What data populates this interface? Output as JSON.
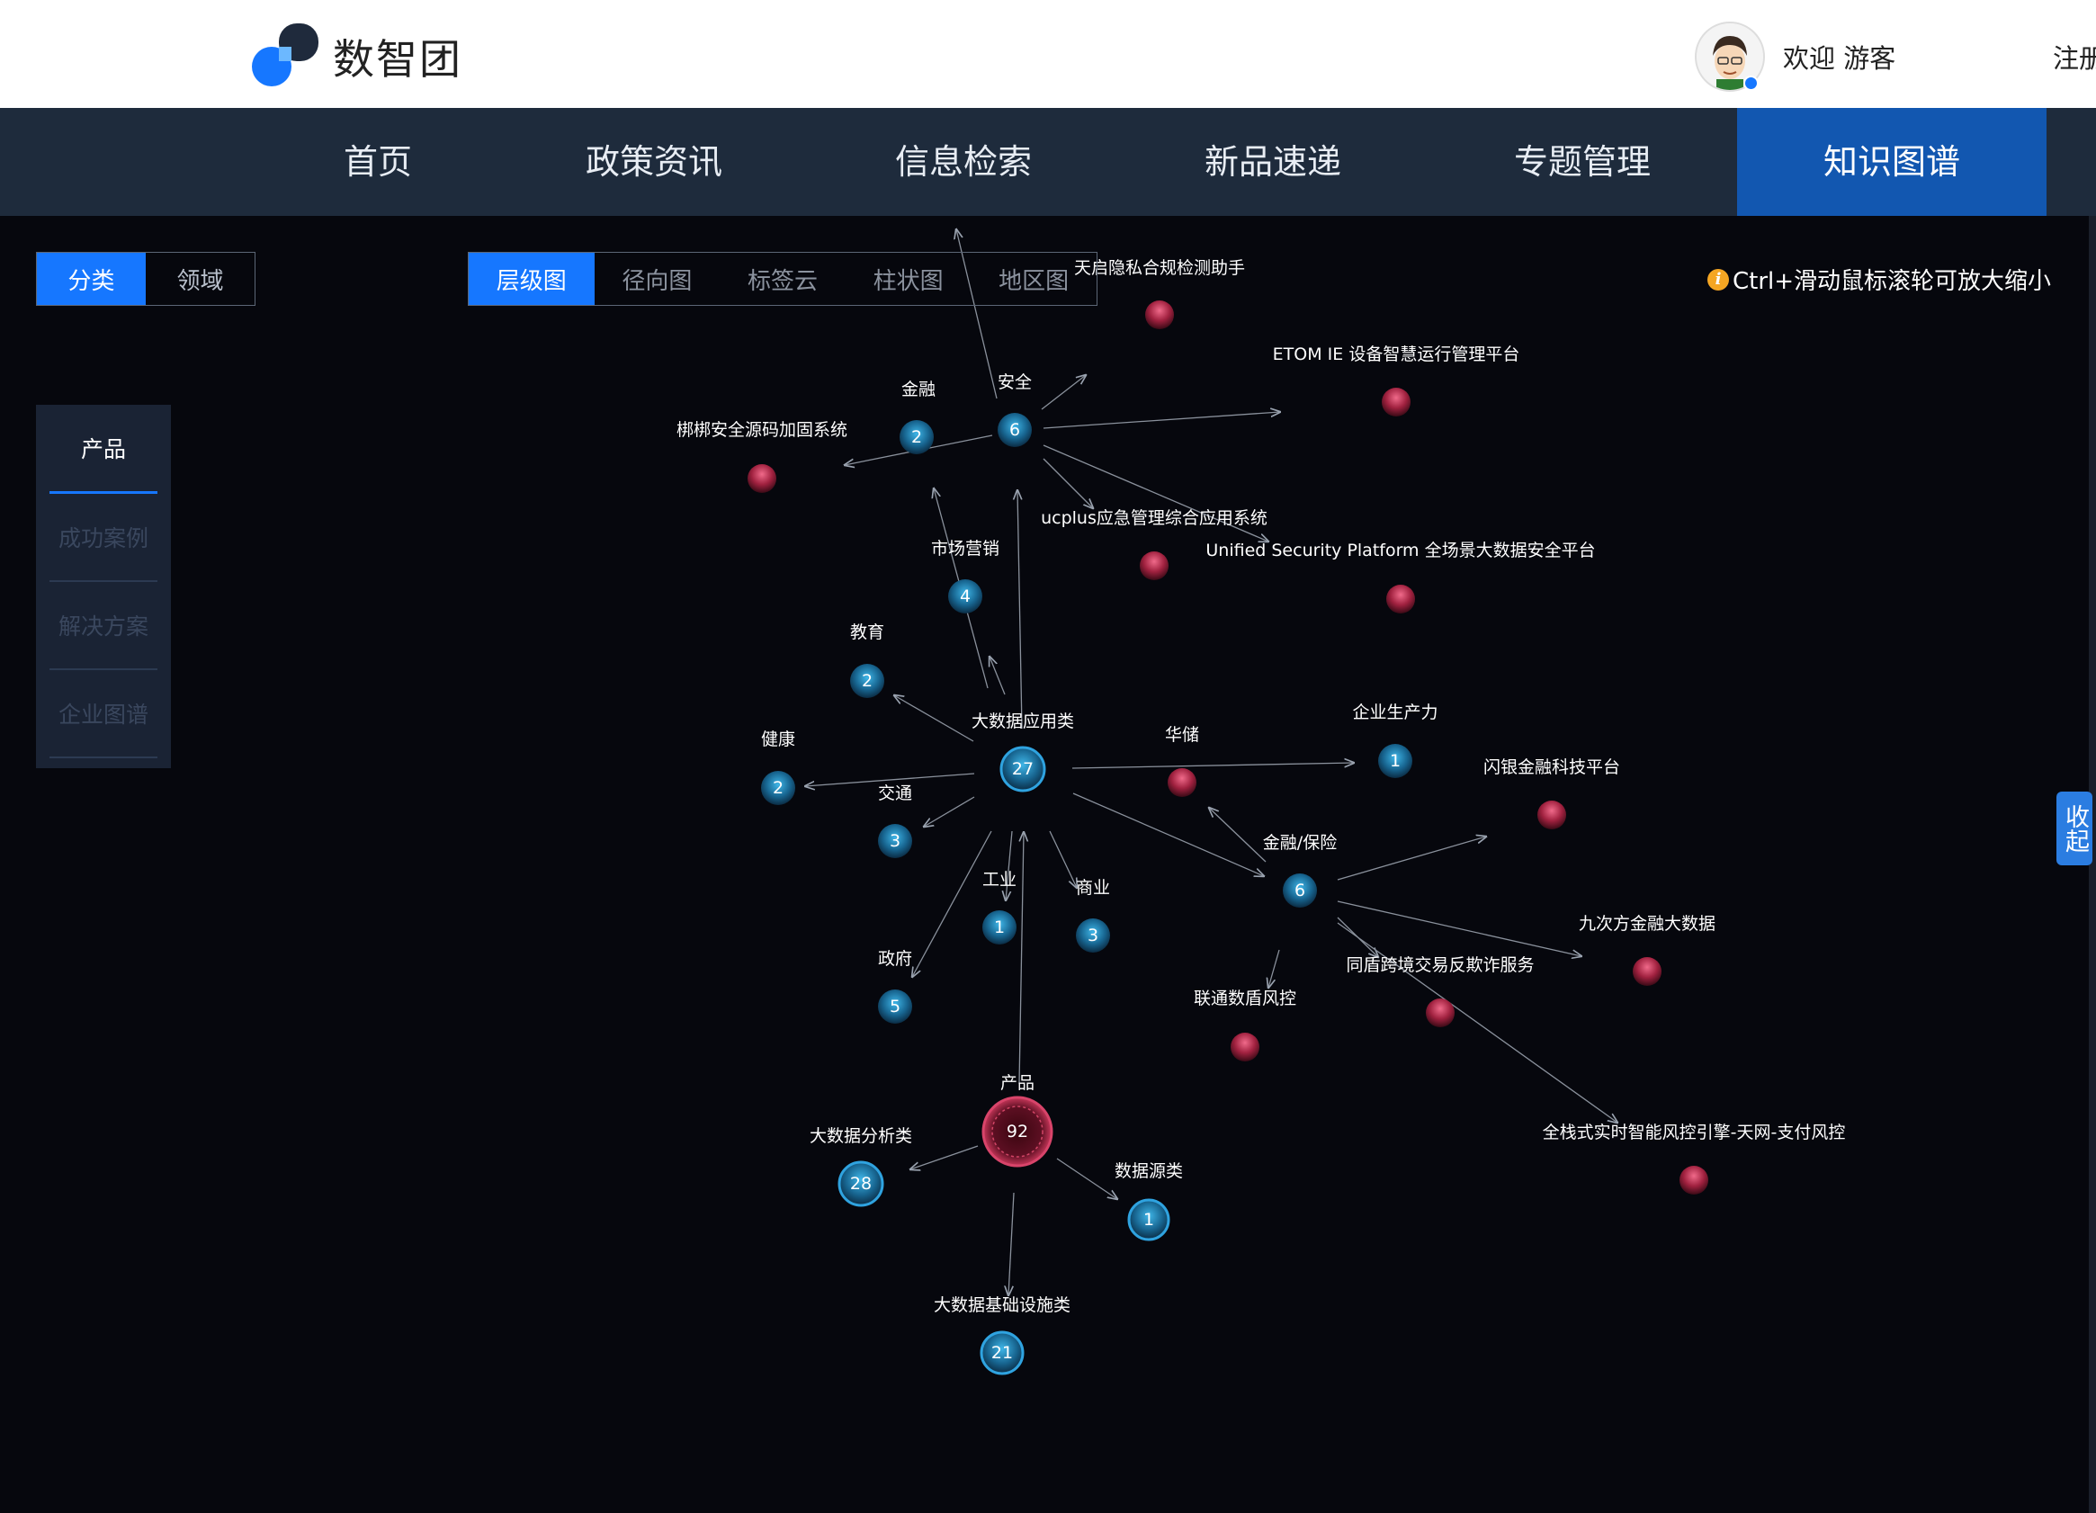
{
  "header": {
    "brand": "数智团",
    "welcome": "欢迎 游客",
    "register": "注册"
  },
  "nav": {
    "items": [
      "首页",
      "政策资讯",
      "信息检索",
      "新品速递",
      "专题管理",
      "知识图谱"
    ],
    "active_index": 5
  },
  "toggle": {
    "category": "分类",
    "domain": "领域"
  },
  "view_tabs": {
    "items": [
      "层级图",
      "径向图",
      "标签云",
      "柱状图",
      "地区图"
    ],
    "active_index": 0
  },
  "sidebar": {
    "items": [
      "产品",
      "成功案例",
      "解决方案",
      "企业图谱"
    ],
    "active_index": 0
  },
  "hint": {
    "icon": "info-icon",
    "text": "Ctrl+滑动鼠标滚轮可放大缩小"
  },
  "collapse": {
    "label": "收起"
  },
  "colors": {
    "accent": "#1677ff",
    "nav_bg": "#1e2b3c",
    "nav_active": "#1257b0",
    "canvas_bg": "#06070d",
    "node_blue": "#1f8fc9",
    "node_red": "#d2375c"
  },
  "graph": {
    "nodes": {
      "product": {
        "label": "产品",
        "count": "92"
      },
      "bigdata_app": {
        "label": "大数据应用类",
        "count": "27"
      },
      "bigdata_analysis": {
        "label": "大数据分析类",
        "count": "28"
      },
      "data_source": {
        "label": "数据源类",
        "count": "1"
      },
      "bigdata_infra": {
        "label": "大数据基础设施类",
        "count": "21"
      },
      "finance": {
        "label": "金融",
        "count": "2"
      },
      "security": {
        "label": "安全",
        "count": "6"
      },
      "marketing": {
        "label": "市场营销",
        "count": "4"
      },
      "education": {
        "label": "教育",
        "count": "2"
      },
      "health": {
        "label": "健康",
        "count": "2"
      },
      "transport": {
        "label": "交通",
        "count": "3"
      },
      "industry": {
        "label": "工业",
        "count": "1"
      },
      "commerce": {
        "label": "商业",
        "count": "3"
      },
      "government": {
        "label": "政府",
        "count": "5"
      },
      "productivity": {
        "label": "企业生产力",
        "count": "1"
      },
      "fin_insurance": {
        "label": "金融/保险",
        "count": "6"
      },
      "huachu": {
        "label": "华储"
      },
      "tianqi": {
        "label": "天启隐私合规检测助手"
      },
      "etom": {
        "label": "ETOM IE 设备智慧运行管理平台"
      },
      "bangbang": {
        "label": "梆梆安全源码加固系统"
      },
      "ucplus": {
        "label": "ucplus应急管理综合应用系统"
      },
      "usp": {
        "label": "Unified Security Platform 全场景大数据安全平台"
      },
      "shanyin": {
        "label": "闪银金融科技平台"
      },
      "jiuci": {
        "label": "九次方金融大数据"
      },
      "tongdun": {
        "label": "同盾跨境交易反欺诈服务"
      },
      "liantong": {
        "label": "联通数盾风控"
      },
      "quanzhan": {
        "label": "全栈式实时智能风控引擎-天网-支付风控"
      }
    }
  }
}
